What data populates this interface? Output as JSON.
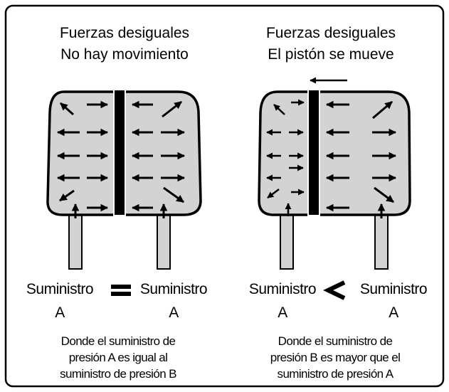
{
  "colors": {
    "frame": "#000000",
    "cylinder_fill": "#d3d3d3",
    "pipe_fill": "#d3d3d3",
    "piston": "#000000",
    "arrow": "#000000",
    "background": "#ffffff"
  },
  "left": {
    "title_line1": "Fuerzas desiguales",
    "title_line2": "No hay movimiento",
    "supply_left": "Suministro",
    "supply_left_letter": "A",
    "operator": "=",
    "supply_right": "Suministro",
    "supply_right_letter": "A",
    "caption_line1": "Donde el suministro de",
    "caption_line2": "presión A es igual al",
    "caption_line3": "suministro de presión B"
  },
  "right": {
    "title_line1": "Fuerzas desiguales",
    "title_line2": "El pistón se mueve",
    "supply_left": "Suministro",
    "supply_left_letter": "A",
    "operator": "<",
    "supply_right": "Suministro",
    "supply_right_letter": "A",
    "caption_line1": "Donde el suministro de",
    "caption_line2": "presión B es mayor que el",
    "caption_line3": "suministro de presión A",
    "motion_arrow_icon": "left-arrow-icon"
  }
}
